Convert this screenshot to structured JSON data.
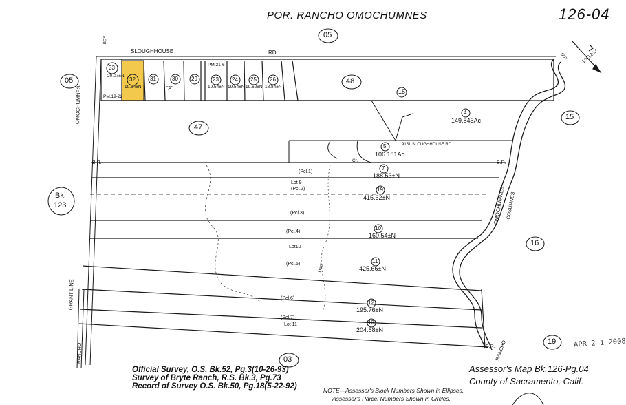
{
  "header": {
    "title": "POR. RANCHO OMOCHUMNES",
    "map_number": "126-04"
  },
  "colors": {
    "highlight": "#f2c94c",
    "line": "#1a1a1a",
    "background": "#ffffff"
  },
  "roads": {
    "sloughhouse": "SLOUGHHOUSE",
    "rd": "RD.",
    "omochumnes_left": "OMOCHUMNES",
    "omochumnes_right": "OMOCHUMNES",
    "cosumnes": "COSUMNES",
    "grant_line": "GRANT LINE",
    "rancho": "RANCHO",
    "rancho_right": "RANCHO",
    "address": "9151 SLOUGHHOUSE RD",
    "bdy": "BDY",
    "bdy_right": "BDY"
  },
  "book_ref": {
    "label": "Bk.",
    "number": "123"
  },
  "adjacent_blocks": {
    "top": "05",
    "left": "05",
    "bottom": "03",
    "right_top": "15",
    "right_mid": "16",
    "right_bottom": "19",
    "river": "48",
    "small": "15"
  },
  "parcels": [
    {
      "id": "33",
      "area": "20.07±N"
    },
    {
      "id": "32",
      "area": "19.54±N"
    },
    {
      "id": "31",
      "area": ""
    },
    {
      "id": "30",
      "area": ""
    },
    {
      "id": "29",
      "area": ""
    },
    {
      "id": "23",
      "area": "19.54±N"
    },
    {
      "id": "24",
      "area": "19.54±N"
    },
    {
      "id": "25",
      "area": "19.62±N"
    },
    {
      "id": "26",
      "area": "18.84±N"
    },
    {
      "id": "47",
      "area": ""
    },
    {
      "id": "4",
      "area": "149.846Ac"
    },
    {
      "id": "5",
      "area": "106.181Ac."
    },
    {
      "id": "7",
      "area": "188.53±N"
    },
    {
      "id": "19",
      "area": "415.62±N"
    },
    {
      "id": "10",
      "area": "160.54±N"
    },
    {
      "id": "11",
      "area": "425.66±N"
    },
    {
      "id": "12",
      "area": "195.76±N"
    },
    {
      "id": "13",
      "area": "204.68±N"
    }
  ],
  "lots": {
    "pcl1": "(Pcl.1)",
    "pcl2": "(Pcl.2)",
    "pcl3": "(Pcl.3)",
    "pcl4": "(Pcl.4)",
    "pcl5": "(Pcl.5)",
    "pcl6": "(Pcl.6)",
    "pcl7": "(Pcl.7)",
    "lot9": "Lot 9",
    "lot10": "Lot10",
    "lot11": "Lot 11",
    "lot_a": "\"A\"",
    "pm": "PM.21-6",
    "pm2": "PM.19-22",
    "br_left": "B.R.",
    "br_right": "B.R.",
    "br_bottom": "B.R.",
    "deer": "Deer",
    "creek": "Cr."
  },
  "footer": {
    "official_survey": "Official Survey, O.S. Bk.52, Pg.3(10-26-93)",
    "bryte_survey": "Survey of Bryte Ranch, R.S. Bk.3, Pg.73",
    "record_survey": "Record of Survey O.S. Bk.50, Pg.18(5-22-92)",
    "note1": "NOTE—Assessor's Block Numbers Shown in Ellipses.",
    "note2": "Assessor's Parcel Numbers Shown in Circles.",
    "assessor_map": "Assessor's Map Bk.126-Pg.04",
    "county": "County of Sacramento, Calif.",
    "stamp": "APR 2 1 2008"
  },
  "north_arrow": {
    "scale": "1\"=1200'"
  }
}
